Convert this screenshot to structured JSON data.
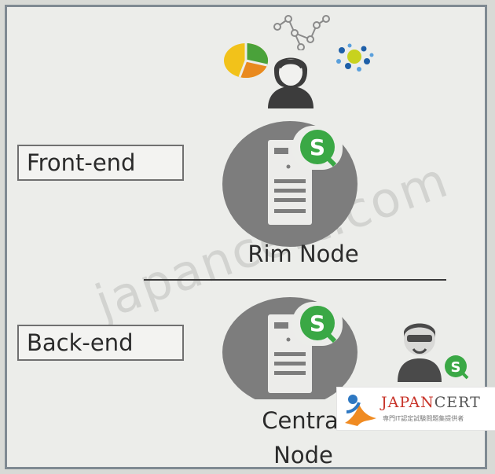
{
  "labels": {
    "front_end": "Front-end",
    "back_end": "Back-end",
    "rim_node": "Rim Node",
    "central_node_line1": "Central",
    "central_node_line2": "Node"
  },
  "badge_letter": "S",
  "watermark": "japancert.com",
  "logo": {
    "brand_part1": "JAPAN",
    "brand_part2": "CERT",
    "tagline": "専門IT認定試験問題集提供者"
  },
  "icons": [
    "user-avatar-icon",
    "pie-chart-icon",
    "network-graph-icon",
    "scatter-cluster-icon",
    "server-icon",
    "qlik-badge-icon",
    "admin-avatar-icon"
  ],
  "colors": {
    "node_circle": "#7d7d7d",
    "badge_green": "#3aa845",
    "pie_green": "#4aa23a",
    "pie_orange": "#e98a1f",
    "pie_yellow": "#f2c21a"
  }
}
